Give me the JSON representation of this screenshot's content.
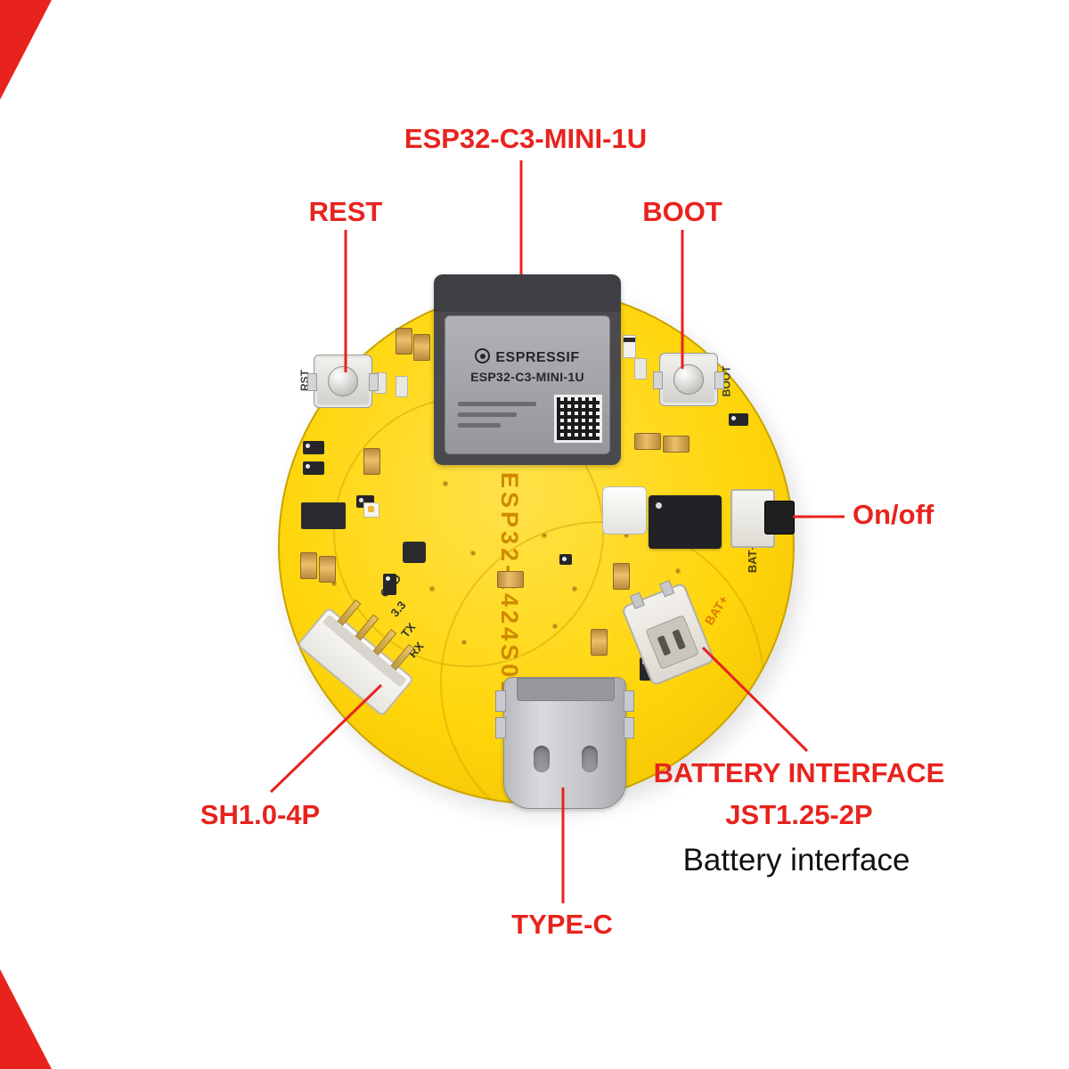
{
  "colors": {
    "accent_red": "#e8231d",
    "pcb_yellow": "#ffd60c",
    "black_text": "#111111"
  },
  "annotations": {
    "module_label": "ESP32-C3-MINI-1U",
    "rest_label": "REST",
    "boot_label": "BOOT",
    "onoff_label": "On/off",
    "battery_line1": "BATTERY INTERFACE",
    "battery_line2": "JST1.25-2P",
    "battery_line3": "Battery interface",
    "sh_label": "SH1.0-4P",
    "typec_label": "TYPE-C"
  },
  "board": {
    "module": {
      "brand": "ESPRESSIF",
      "model": "ESP32-C3-MINI-1U"
    },
    "silkscreen": {
      "board_model": "ESP32-2424S012",
      "rst": "RST",
      "boot": "BOOT",
      "bat_plus_dark": "BAT+",
      "bat_plus_orange": "BAT+",
      "pin_labels": [
        "GND",
        "3.3",
        "TX",
        "RX"
      ]
    }
  }
}
